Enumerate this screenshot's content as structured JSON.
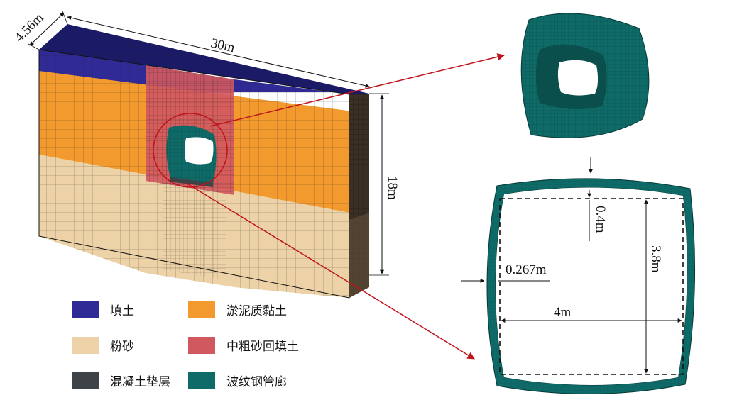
{
  "dimensions": {
    "thickness": "4.56m",
    "length": "30m",
    "height": "18m",
    "wall_thickness": "0.4m",
    "cover_thickness": "0.267m",
    "inner_height": "3.8m",
    "inner_width": "4m"
  },
  "legend": [
    {
      "label": "填土",
      "color": "#2f2a96"
    },
    {
      "label": "淤泥质黏土",
      "color": "#f39a2e"
    },
    {
      "label": "粉砂",
      "color": "#ecd2a6"
    },
    {
      "label": "中粗砂回填土",
      "color": "#d2585f"
    },
    {
      "label": "混凝土垫层",
      "color": "#3d4347"
    },
    {
      "label": "波纹钢管廊",
      "color": "#0f6b68"
    }
  ],
  "colors": {
    "arrow": "#c0141c",
    "steel": "#0f6b68",
    "mesh_line": "#222222"
  }
}
